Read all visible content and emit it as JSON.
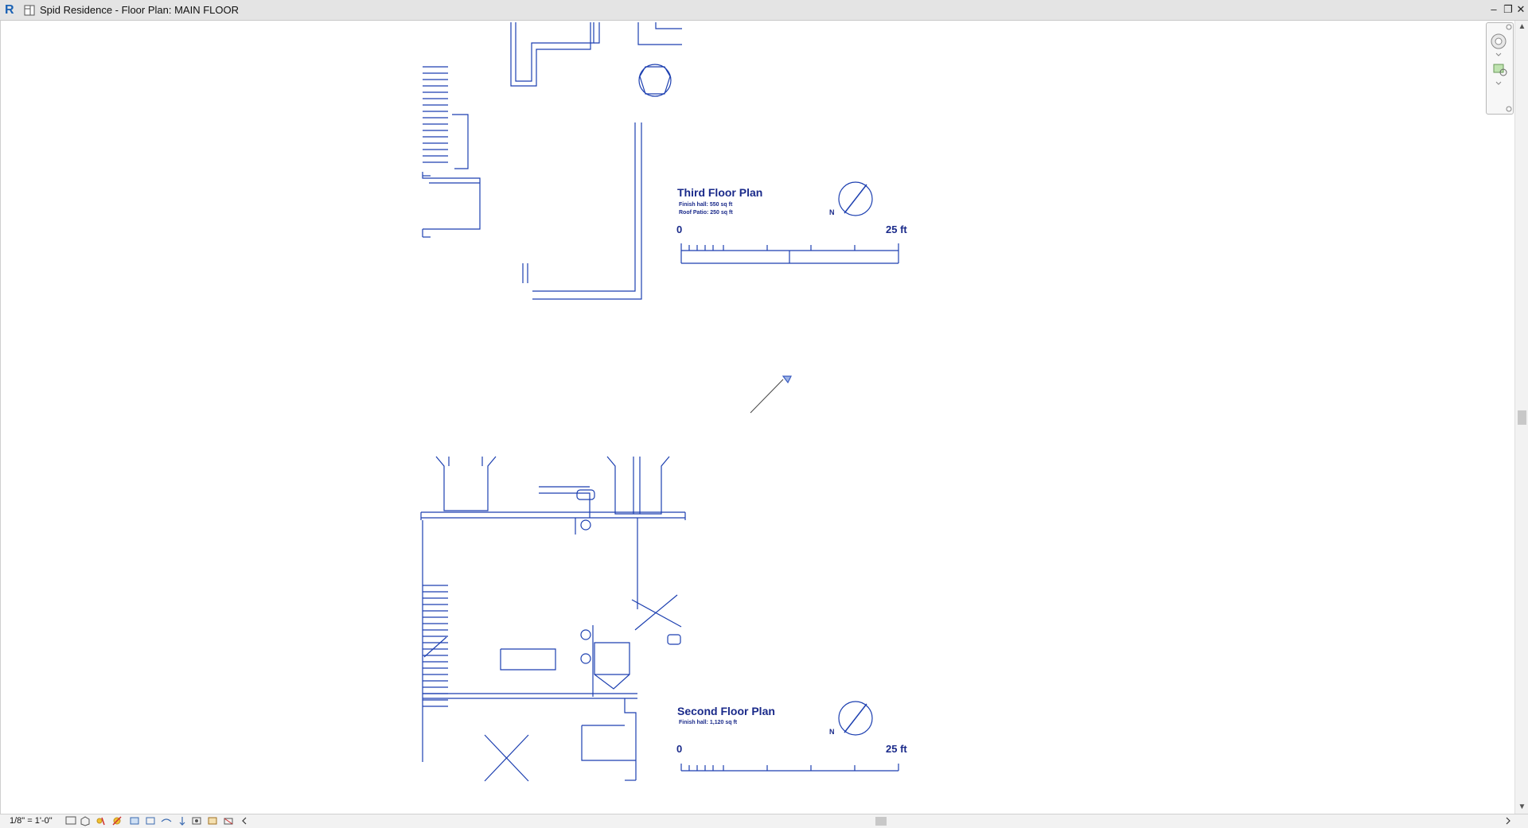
{
  "app": {
    "icon_name": "revit-app-icon",
    "view_icon_name": "floor-plan-view-icon",
    "title": "Spid Residence - Floor Plan: MAIN FLOOR"
  },
  "window_controls": {
    "minimize": "–",
    "restore": "❐",
    "close": "✕"
  },
  "plan_text": {
    "third": {
      "title": "Third Floor Plan",
      "finish_area": "Finish hall: 550 sq ft",
      "roof_patio_area": "Roof Patio: 250 sq ft",
      "north": "N",
      "scale_start": "0",
      "scale_end": "25 ft"
    },
    "second": {
      "title": "Second Floor Plan",
      "finish_area": "Finish hall: 1,120 sq ft",
      "north": "N",
      "scale_start": "0",
      "scale_end": "25 ft"
    }
  },
  "status": {
    "scale": "1/8\" = 1'-0\""
  },
  "colors": {
    "linework": "#1c3fb0",
    "text": "#1a2a8a",
    "titlebar": "#e4e4e4",
    "statusbar": "#f2f2f2",
    "app_icon": "#1b62b4"
  }
}
